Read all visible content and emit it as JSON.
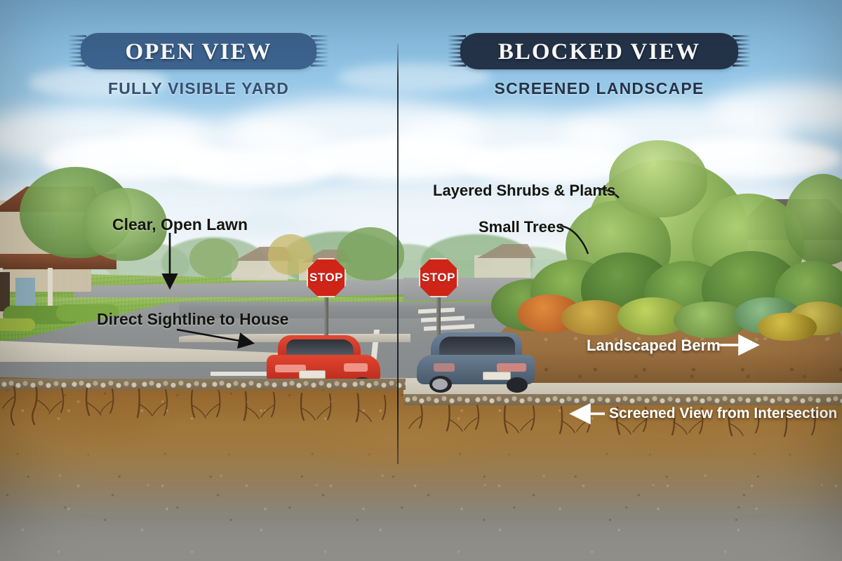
{
  "panels": [
    {
      "id": "open-view",
      "title": "OPEN VIEW",
      "subtitle": "FULLY VISIBLE YARD",
      "banner_color": "#3d6490",
      "subtitle_color": "#36506e"
    },
    {
      "id": "blocked-view",
      "title": "BLOCKED VIEW",
      "subtitle": "SCREENED LANDSCAPE",
      "banner_color": "#25344a",
      "subtitle_color": "#243449"
    }
  ],
  "annotations": {
    "clear_open_lawn": "Clear, Open Lawn",
    "direct_sightline": "Direct Sightline to House",
    "layered_shrubs": "Layered Shrubs & Plants",
    "small_trees": "Small Trees",
    "landscaped_berm": "Landscaped Berm",
    "screened_view": "Screened View from Intersection"
  },
  "signs": {
    "left_stop": "STOP",
    "right_stop": "STOP"
  },
  "scene": {
    "left_car_color": "#d0382b",
    "right_car_color": "#5a6f84",
    "sky_color": "#8ec3e6",
    "lawn_color": "#86b24d",
    "road_color": "#8d9091",
    "soil_color": "#9d7a44",
    "sign_color": "#cf2418"
  }
}
